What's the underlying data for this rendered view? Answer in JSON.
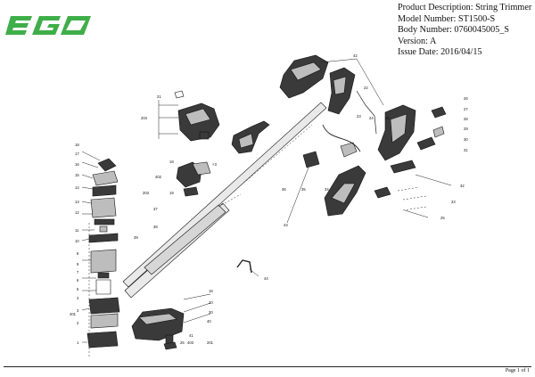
{
  "logo": {
    "text": "EGO",
    "color": "#3fae49"
  },
  "header": {
    "lines": [
      "Product Description: String Trimmer",
      "Model Number: ST1500-S",
      "Body Number: 0760045005_S",
      "Version: A",
      "Issue Date: 2016/04/15"
    ]
  },
  "callouts": [
    {
      "id": "c1",
      "text": "1"
    },
    {
      "id": "c2",
      "text": "2"
    },
    {
      "id": "c3",
      "text": "3"
    },
    {
      "id": "c4",
      "text": "4"
    },
    {
      "id": "c5",
      "text": "5"
    },
    {
      "id": "c6",
      "text": "6"
    },
    {
      "id": "c7",
      "text": "7"
    },
    {
      "id": "c8",
      "text": "8"
    },
    {
      "id": "c9",
      "text": "9"
    },
    {
      "id": "c10",
      "text": "10"
    },
    {
      "id": "c11",
      "text": "11"
    },
    {
      "id": "c12",
      "text": "12"
    },
    {
      "id": "c13",
      "text": "13"
    },
    {
      "id": "c14",
      "text": "14"
    },
    {
      "id": "c15",
      "text": "15"
    },
    {
      "id": "c16",
      "text": "16"
    },
    {
      "id": "c17",
      "text": "17"
    },
    {
      "id": "c18a",
      "text": "18"
    },
    {
      "id": "c18b",
      "text": "18"
    },
    {
      "id": "c18c",
      "text": "18"
    },
    {
      "id": "c19",
      "text": "19"
    },
    {
      "id": "c20",
      "text": "20"
    },
    {
      "id": "c21",
      "text": "21"
    },
    {
      "id": "c22",
      "text": "22"
    },
    {
      "id": "c23",
      "text": "23"
    },
    {
      "id": "c24",
      "text": "24"
    },
    {
      "id": "c25a",
      "text": "25"
    },
    {
      "id": "c25b",
      "text": "25"
    },
    {
      "id": "c25c",
      "text": "25"
    },
    {
      "id": "c26",
      "text": "26"
    },
    {
      "id": "c27",
      "text": "27"
    },
    {
      "id": "c28",
      "text": "28"
    },
    {
      "id": "c29",
      "text": "29"
    },
    {
      "id": "c30a",
      "text": "30"
    },
    {
      "id": "c30b",
      "text": "30"
    },
    {
      "id": "c31",
      "text": "31"
    },
    {
      "id": "c32",
      "text": "32"
    },
    {
      "id": "c33",
      "text": "33"
    },
    {
      "id": "c34",
      "text": "34"
    },
    {
      "id": "c35",
      "text": "35"
    },
    {
      "id": "c36",
      "text": "36"
    },
    {
      "id": "c37",
      "text": "37"
    },
    {
      "id": "c38",
      "text": "38"
    },
    {
      "id": "c39",
      "text": "39"
    },
    {
      "id": "c40",
      "text": "40"
    },
    {
      "id": "c41",
      "text": "41"
    },
    {
      "id": "c42",
      "text": "42"
    },
    {
      "id": "c43",
      "text": "43"
    },
    {
      "id": "c44",
      "text": "44"
    },
    {
      "id": "c201",
      "text": "201"
    },
    {
      "id": "c202",
      "text": "202"
    },
    {
      "id": "c203",
      "text": "203"
    },
    {
      "id": "c204",
      "text": "204"
    },
    {
      "id": "c401",
      "text": "401"
    },
    {
      "id": "c402",
      "text": "402"
    },
    {
      "id": "c403",
      "text": "403"
    },
    {
      "id": "cx3",
      "text": "×3"
    }
  ],
  "footer": {
    "page": "Page 1 of 1"
  }
}
